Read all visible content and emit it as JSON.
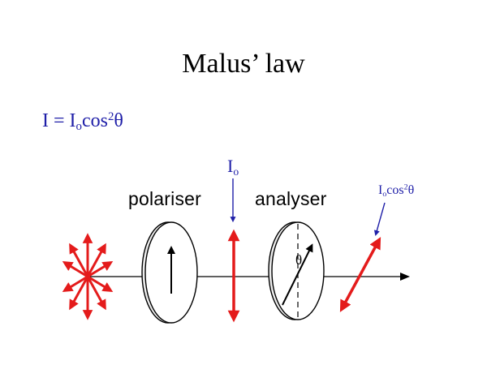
{
  "title": "Malus’ law",
  "formula": {
    "lhs": "I = I",
    "sub": "o",
    "func": "cos",
    "sup": "2",
    "var": "θ"
  },
  "diagram": {
    "incident_label": {
      "base": "I",
      "sub": "o"
    },
    "output_label": {
      "base": "I",
      "sub": "o",
      "func": "cos",
      "sup": "2",
      "var": "θ"
    },
    "polariser_label": "polariser",
    "analyser_label": "analyser",
    "angle_symbol": "θ"
  },
  "colors": {
    "title": "#000000",
    "formula": "#1f1fa8",
    "polarisation": "#e41b1b",
    "annotation_arrow": "#1f1fa8",
    "optics": "#000000"
  }
}
